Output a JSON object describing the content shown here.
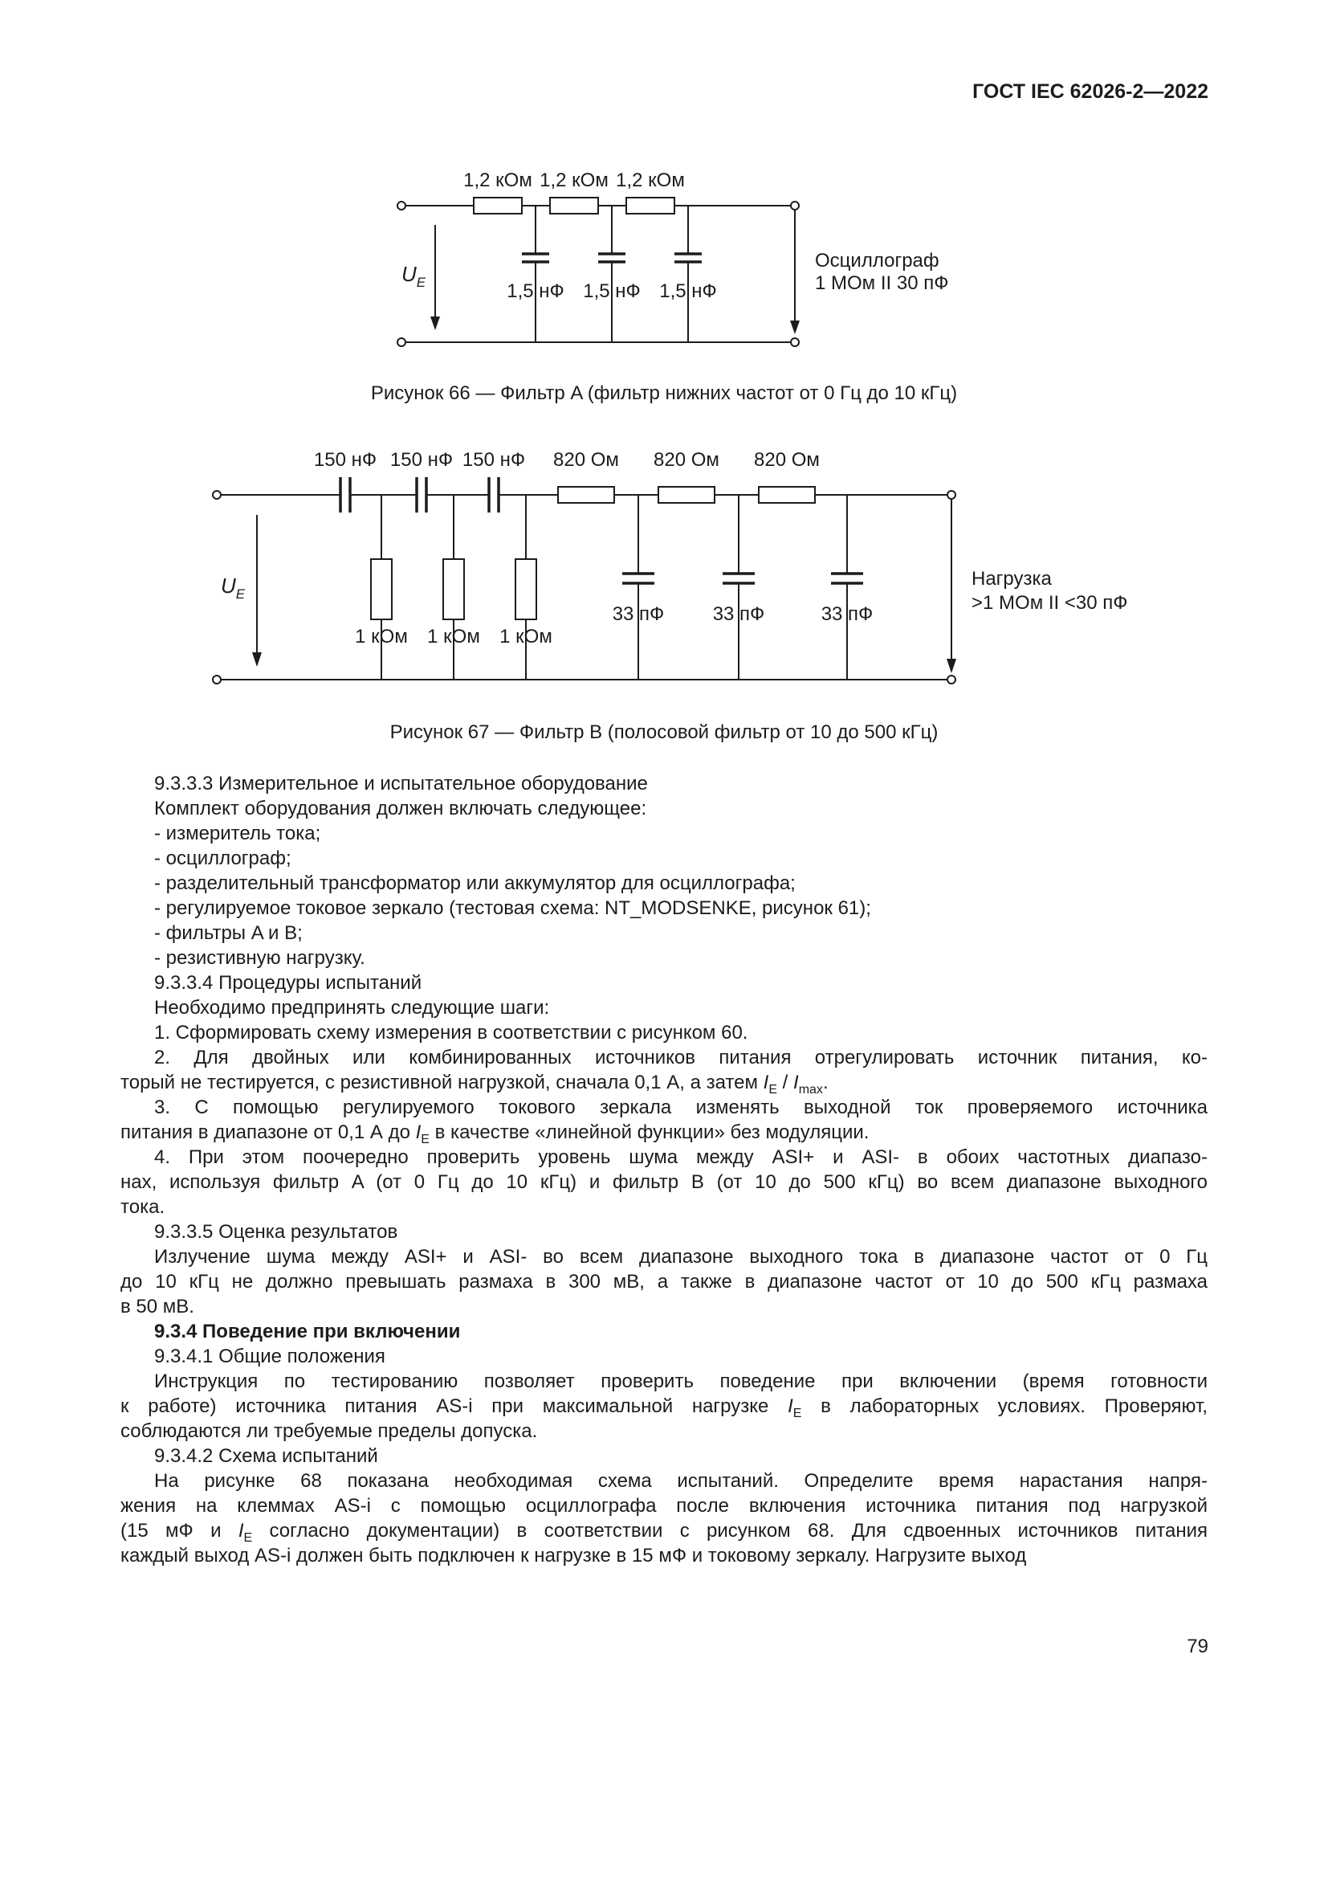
{
  "page": {
    "header": "ГОСТ IEC 62026-2—2022",
    "number": "79"
  },
  "fig66": {
    "caption": "Рисунок 66 — Фильтр A (фильтр нижних частот от 0 Гц до 10 кГц)",
    "u_var": "U",
    "u_sub": "E",
    "r_labels": [
      "1,2 кОм",
      "1,2 кОм",
      "1,2 кОм"
    ],
    "c_labels": [
      "1,5 нФ",
      "1,5 нФ",
      "1,5 нФ"
    ],
    "out1": "Осциллограф",
    "out2": "1 МОм II 30 пФ"
  },
  "fig67": {
    "caption": "Рисунок 67 — Фильтр B (полосовой фильтр от 10 до 500 кГц)",
    "u_var": "U",
    "u_sub": "E",
    "cs_labels": [
      "150 нФ",
      "150 нФ",
      "150 нФ"
    ],
    "rsh_labels": [
      "1 кОм",
      "1 кОм",
      "1 кОм"
    ],
    "rs_labels": [
      "820 Ом",
      "820 Ом",
      "820 Ом"
    ],
    "csh_labels": [
      "33 пФ",
      "33 пФ",
      "33 пФ"
    ],
    "out1": "Нагрузка",
    "out2": ">1 МОм II <30 пФ"
  },
  "body": {
    "lines": [
      {
        "ind": 1,
        "seg": [
          {
            "t": "9.3.3.3 Измерительное и испытательное оборудование"
          }
        ]
      },
      {
        "ind": 1,
        "seg": [
          {
            "t": "Комплект оборудования должен включать следующее:"
          }
        ]
      },
      {
        "ind": 1,
        "seg": [
          {
            "t": "- измеритель тока;"
          }
        ]
      },
      {
        "ind": 1,
        "seg": [
          {
            "t": "- осциллограф;"
          }
        ]
      },
      {
        "ind": 1,
        "seg": [
          {
            "t": "- разделительный трансформатор или аккумулятор для осциллографа;"
          }
        ]
      },
      {
        "ind": 1,
        "seg": [
          {
            "t": "- регулируемое токовое зеркало (тестовая схема: NT_MODSENKE, рисунок 61);"
          }
        ]
      },
      {
        "ind": 1,
        "seg": [
          {
            "t": "- фильтры A и B;"
          }
        ]
      },
      {
        "ind": 1,
        "seg": [
          {
            "t": "- резистивную нагрузку."
          }
        ]
      },
      {
        "ind": 1,
        "seg": [
          {
            "t": "9.3.3.4 Процедуры испытаний"
          }
        ]
      },
      {
        "ind": 1,
        "seg": [
          {
            "t": "Необходимо предпринять следующие шаги:"
          }
        ]
      },
      {
        "ind": 1,
        "seg": [
          {
            "t": "1. Сформировать схему измерения в соответствии с рисунком 60."
          }
        ]
      },
      {
        "ind": 1,
        "j": 1,
        "seg": [
          {
            "t": "2. Для двойных или комбинированных источников питания отрегулировать источник питания, ко-"
          }
        ]
      },
      {
        "seg": [
          {
            "t": "торый не тестируется, с резистивной нагрузкой, сначала 0,1 А, а затем "
          },
          {
            "i": "I"
          },
          {
            "sub": "E"
          },
          {
            "t": " / "
          },
          {
            "i": "I"
          },
          {
            "sub": "max"
          },
          {
            "t": "."
          }
        ]
      },
      {
        "ind": 1,
        "j": 1,
        "seg": [
          {
            "t": "3. С помощью регулируемого токового зеркала изменять выходной ток проверяемого источника"
          }
        ]
      },
      {
        "seg": [
          {
            "t": "питания в диапазоне от 0,1 А до "
          },
          {
            "i": "I"
          },
          {
            "sub": "E"
          },
          {
            "t": " в качестве «линейной функции» без модуляции."
          }
        ]
      },
      {
        "ind": 1,
        "j": 1,
        "seg": [
          {
            "t": "4. При этом поочередно проверить уровень шума между ASI+ и ASI- в обоих частотных диапазо-"
          }
        ]
      },
      {
        "j": 1,
        "seg": [
          {
            "t": "нах, используя фильтр A (от 0 Гц до 10 кГц) и фильтр B (от 10 до 500 кГц) во всем диапазоне выходного"
          }
        ]
      },
      {
        "seg": [
          {
            "t": "тока."
          }
        ]
      },
      {
        "ind": 1,
        "seg": [
          {
            "t": "9.3.3.5 Оценка результатов"
          }
        ]
      },
      {
        "ind": 1,
        "j": 1,
        "seg": [
          {
            "t": "Излучение шума между ASI+ и ASI- во всем диапазоне выходного тока в диапазоне частот от 0 Гц"
          }
        ]
      },
      {
        "j": 1,
        "seg": [
          {
            "t": "до 10 кГц не должно превышать размаха в 300 мВ, а также в диапазоне частот от 10 до 500 кГц размаха"
          }
        ]
      },
      {
        "seg": [
          {
            "t": "в 50 мВ."
          }
        ]
      },
      {
        "ind": 1,
        "b": 1,
        "seg": [
          {
            "t": "9.3.4 Поведение при включении"
          }
        ]
      },
      {
        "ind": 1,
        "seg": [
          {
            "t": "9.3.4.1 Общие положения"
          }
        ]
      },
      {
        "ind": 1,
        "j": 1,
        "seg": [
          {
            "t": "Инструкция по тестированию позволяет проверить поведение при включении (время готовности"
          }
        ]
      },
      {
        "j": 1,
        "seg": [
          {
            "t": "к работе) источника питания AS-i при максимальной нагрузке "
          },
          {
            "i": "I"
          },
          {
            "sub": "E"
          },
          {
            "t": " в лабораторных условиях. Проверяют,"
          }
        ]
      },
      {
        "seg": [
          {
            "t": "соблюдаются ли требуемые пределы допуска."
          }
        ]
      },
      {
        "ind": 1,
        "seg": [
          {
            "t": "9.3.4.2 Схема испытаний"
          }
        ]
      },
      {
        "ind": 1,
        "j": 1,
        "seg": [
          {
            "t": "На рисунке 68 показана необходимая схема испытаний. Определите время нарастания напря-"
          }
        ]
      },
      {
        "j": 1,
        "seg": [
          {
            "t": "жения на клеммах AS-i с помощью осциллографа после включения источника питания под нагрузкой"
          }
        ]
      },
      {
        "j": 1,
        "seg": [
          {
            "t": "(15 мФ и "
          },
          {
            "i": "I"
          },
          {
            "sub": "E"
          },
          {
            "t": " согласно документации) в соответствии с рисунком 68. Для сдвоенных источников питания"
          }
        ]
      },
      {
        "seg": [
          {
            "t": "каждый выход AS-i должен быть подключен к нагрузке в 15 мФ и токовому зеркалу. Нагрузите выход"
          }
        ]
      }
    ]
  }
}
